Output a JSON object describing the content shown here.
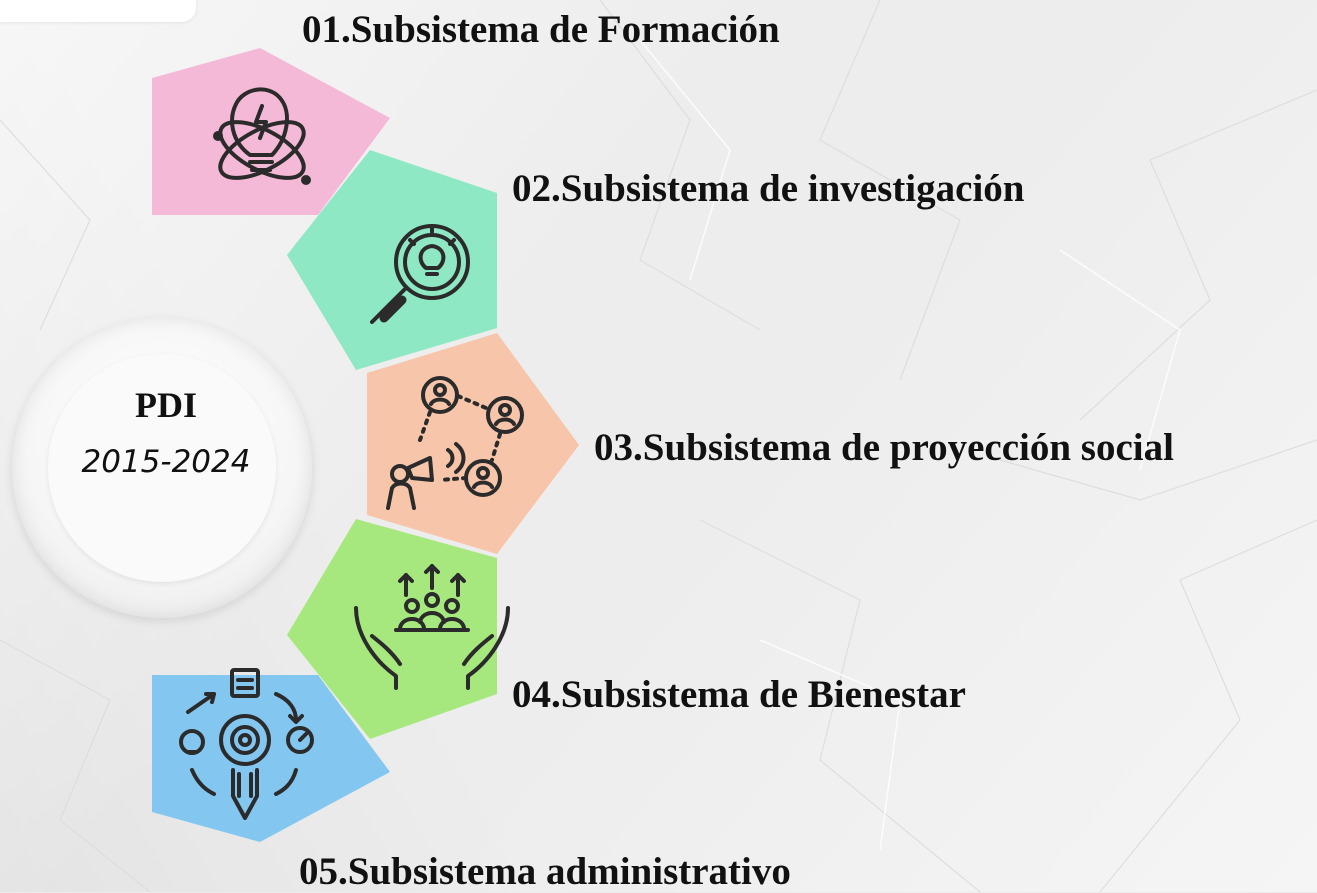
{
  "hub": {
    "title": "PDI",
    "years": "2015-2024"
  },
  "subsystems": [
    {
      "label": "01.Subsistema de Formación",
      "color": "#f4b9d6",
      "icon": "lightbulb-atom-icon"
    },
    {
      "label": "02.Subsistema de investigación",
      "color": "#8ee8c4",
      "icon": "magnifier-idea-icon"
    },
    {
      "label": "03.Subsistema de proyección social",
      "color": "#f7c5aa",
      "icon": "outreach-network-icon"
    },
    {
      "label": "04.Subsistema de Bienestar",
      "color": "#a6e87e",
      "icon": "community-care-icon"
    },
    {
      "label": "05.Subsistema administrativo",
      "color": "#83c6f0",
      "icon": "process-gear-icon"
    }
  ]
}
